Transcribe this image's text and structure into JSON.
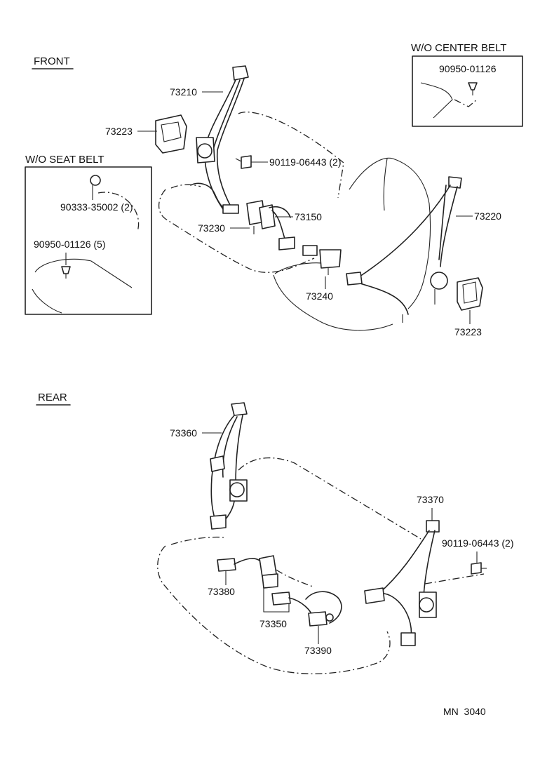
{
  "sections": {
    "front": "FRONT",
    "rear": "REAR"
  },
  "insets": {
    "center_belt": {
      "title": "W/O CENTER BELT",
      "part": "90950-01126"
    },
    "seat_belt": {
      "title": "W/O SEAT BELT",
      "part_a": "90333-35002 (2)",
      "part_b": "90950-01126 (5)"
    }
  },
  "front_labels": {
    "p73210": "73210",
    "p73223_left": "73223",
    "p90119": "90119-06443 (2)",
    "p73150": "73150",
    "p73230": "73230",
    "p73220": "73220",
    "p73240": "73240",
    "p73223_right": "73223"
  },
  "rear_labels": {
    "p73360": "73360",
    "p73370": "73370",
    "p90119": "90119-06443 (2)",
    "p73380": "73380",
    "p73350": "73350",
    "p73390": "73390"
  },
  "footer": {
    "code": "MN  3040"
  }
}
